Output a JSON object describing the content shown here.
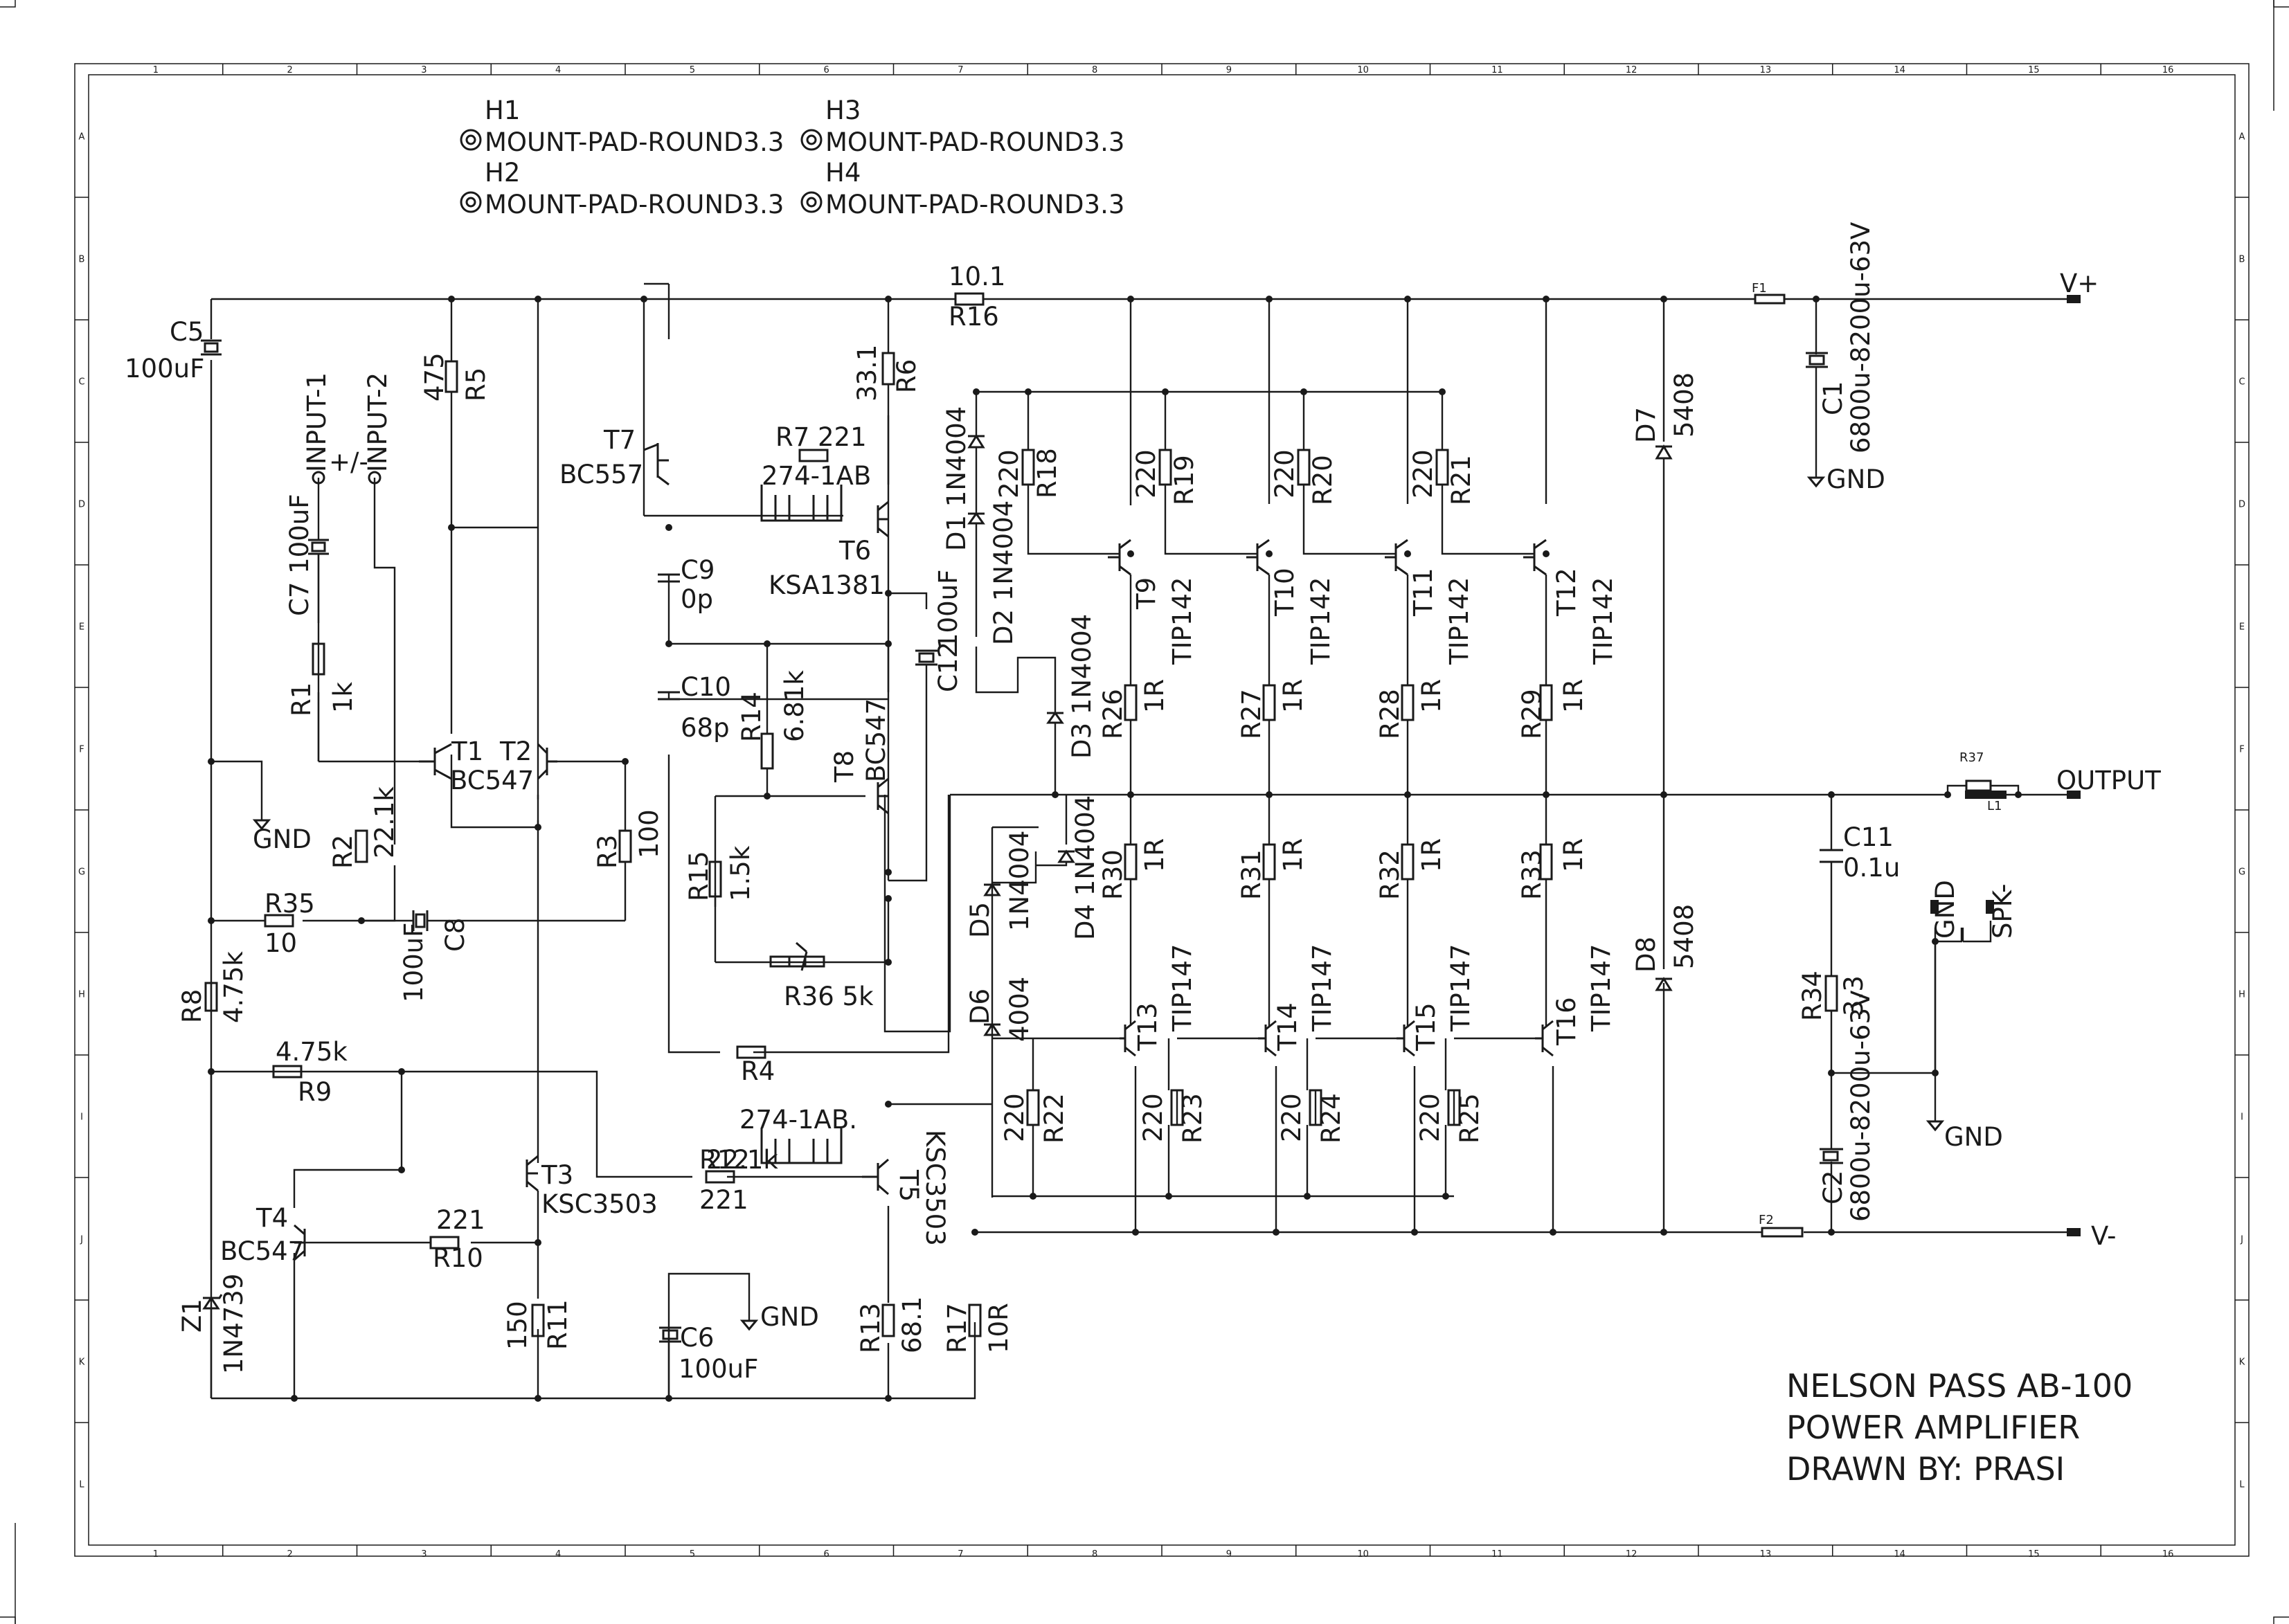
{
  "title_block": {
    "line1": "NELSON PASS AB-100",
    "line2": "POWER AMPLIFIER",
    "line3": "DRAWN BY: PRASI"
  },
  "frame": {
    "columns": [
      "1",
      "2",
      "3",
      "4",
      "5",
      "6",
      "7",
      "8",
      "9",
      "10",
      "11",
      "12",
      "13",
      "14",
      "15",
      "16"
    ],
    "rows": [
      "A",
      "B",
      "C",
      "D",
      "E",
      "F",
      "G",
      "H",
      "I",
      "J",
      "K",
      "L"
    ]
  },
  "mounting_holes": [
    {
      "ref": "H1",
      "value": "MOUNT-PAD-ROUND3.3"
    },
    {
      "ref": "H2",
      "value": "MOUNT-PAD-ROUND3.3"
    },
    {
      "ref": "H3",
      "value": "MOUNT-PAD-ROUND3.3"
    },
    {
      "ref": "H4",
      "value": "MOUNT-PAD-ROUND3.3"
    }
  ],
  "nets": {
    "vplus": "V+",
    "vminus": "V-",
    "output": "OUTPUT",
    "gnd": "GND",
    "spk": "SPK-",
    "input1": "INPUT-1",
    "input2": "INPUT-2",
    "pm": "+/-"
  },
  "heatsinks": {
    "top": "274-1AB",
    "bottom": "274-1AB."
  },
  "labels": {
    "C5": "C5",
    "C5v": "100uF",
    "R5": "R5",
    "R5v": "475",
    "T7": "T7",
    "T7v": "BC557",
    "R7": "R7 221",
    "R16": "R16",
    "R16v": "10.1",
    "R6": "R6",
    "R6v": "33.1",
    "T6": "T6",
    "T6v": "KSA1381",
    "C9": "C9",
    "C9v": "0p",
    "C10": "C10",
    "C10v": "68p",
    "C7": "C7 100uF",
    "R1": "R1",
    "R1v": "1k",
    "T1": "T1",
    "T2": "T2",
    "T12v": "BC547",
    "R2": "R2",
    "R2v": "22.1k",
    "R3": "R3",
    "R3v": "100",
    "R14": "R14",
    "R14v": "6.81k",
    "T8": "T8",
    "T8v": "BC547",
    "C12": "C12",
    "C12v": "100uF",
    "R15": "R15",
    "R15v": "1.5k",
    "R36": "R36 5k",
    "R35": "R35",
    "R35v": "10",
    "C8": "C8",
    "C8v": "100uF",
    "R8": "R8",
    "R8v": "4.75k",
    "R9": "R9",
    "R9v": "4.75k",
    "R4": "R4",
    "R4v": "22.1k",
    "T3": "T3",
    "T3v": "KSC3503",
    "R12": "R12",
    "R12v": "221",
    "T5": "T5",
    "T5v": "KSC3503",
    "T4": "T4",
    "T4v": "BC547",
    "R10": "R10",
    "R10v": "221",
    "Z1": "Z1",
    "Z1v": "1N4739",
    "R11": "R11",
    "R11v": "150",
    "C6": "C6",
    "C6v": "100uF",
    "R13": "R13",
    "R13v": "68.1",
    "R17": "R17",
    "R17v": "10R",
    "D1": "D1 1N4004",
    "D2": "D2 1N4004",
    "D3": "D3 1N4004",
    "D4": "D4 1N4004",
    "D5": "D5",
    "D5v": "1N4004",
    "D6": "D6",
    "D6v": "4004",
    "R18": "R18",
    "R19": "R19",
    "R20": "R20",
    "R21": "R21",
    "R22": "R22",
    "R23": "R23",
    "R24": "R24",
    "R25": "R25",
    "v220": "220",
    "T9": "T9",
    "T10": "T10",
    "T11": "T11",
    "T12": "T12",
    "T13": "T13",
    "T14": "T14",
    "T15": "T15",
    "T16": "T16",
    "TIP142": "TIP142",
    "TIP147": "TIP147",
    "R26": "R26",
    "R27": "R27",
    "R28": "R28",
    "R29": "R29",
    "R30": "R30",
    "R31": "R31",
    "R32": "R32",
    "R33": "R33",
    "v1R": "1R",
    "D7": "D7",
    "D8": "D8",
    "v5408": "5408",
    "F1": "F1",
    "F2": "F2",
    "C1": "C1",
    "C2": "C2",
    "Cbig": "6800u-8200u-63V",
    "C11": "C11",
    "C11v": "0.1u",
    "R34": "R34",
    "R34v": "3.3",
    "R37": "R37",
    "L1": "L1"
  }
}
